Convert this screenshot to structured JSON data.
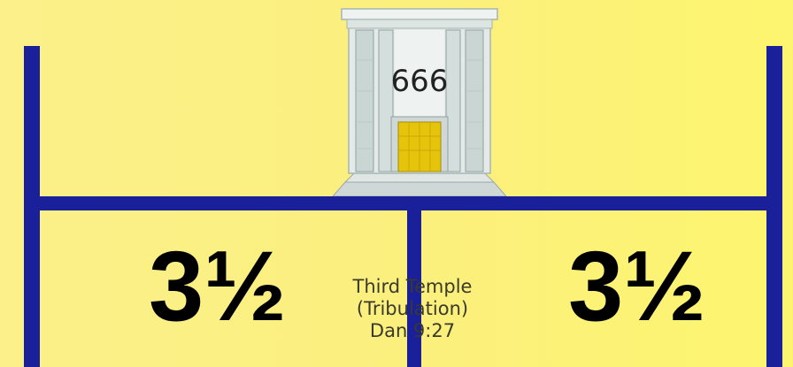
{
  "temple": {
    "number": "666"
  },
  "periods": {
    "left": "3½",
    "right": "3½"
  },
  "caption": {
    "line1": "Third Temple",
    "line2": "(Tribulation)",
    "line3": "Dan 9:27"
  },
  "colors": {
    "background": "#fbf08a",
    "timeline": "#1a1f9a",
    "temple_door": "#e6c40c",
    "temple_stone": "#d8e0e2"
  }
}
